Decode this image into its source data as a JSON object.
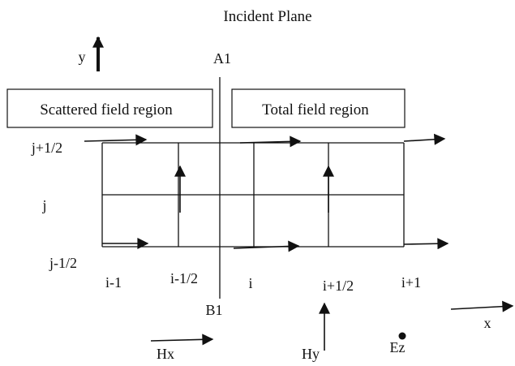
{
  "title": "Incident Plane",
  "axis": {
    "y": "y",
    "x": "x"
  },
  "boundary_line": {
    "top_label": "A1",
    "bottom_label": "B1"
  },
  "regions": {
    "scattered": "Scattered field region",
    "total": "Total field region"
  },
  "row_labels": {
    "top": "j+1/2",
    "middle": "j",
    "bottom": "j-1/2"
  },
  "column_labels": [
    "i-1",
    "i-1/2",
    "i",
    "i+1/2",
    "i+1"
  ],
  "legend": {
    "hx": "Hx",
    "hy": "Hy",
    "ez": "Ez"
  },
  "colors": {
    "ink": "#111111",
    "background": "#ffffff"
  }
}
